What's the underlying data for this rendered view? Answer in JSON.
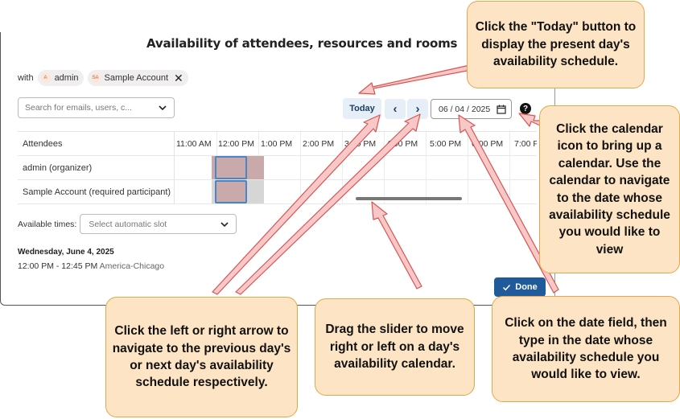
{
  "dialog": {
    "title": "Availability of attendees, resources and rooms",
    "with_label": "with",
    "chips": [
      {
        "initials": "A",
        "name": "admin"
      },
      {
        "initials": "SA",
        "name": "Sample Account"
      }
    ],
    "search_placeholder": "Search for emails, users, c...",
    "today_label": "Today",
    "prev_label": "‹",
    "next_label": "›",
    "date_value": "06 / 04 / 2025",
    "help_label": "?",
    "grid": {
      "header_label": "Attendees",
      "hours": [
        "11:00 AM",
        "12:00 PM",
        "1:00 PM",
        "2:00 PM",
        "3:00 PM",
        "4:00 PM",
        "5:00 PM",
        "6:00 PM",
        "7:00 PM"
      ],
      "rows": [
        {
          "label": "admin (organizer)"
        },
        {
          "label": "Sample Account (required participant)"
        }
      ]
    },
    "available_times_label": "Available times:",
    "slot_placeholder": "Select automatic slot",
    "selected_date": "Wednesday, June 4, 2025",
    "selected_time": "12:00 PM - 12:45 PM",
    "timezone": "America-Chicago",
    "done_label": "Done"
  },
  "callouts": {
    "today": "Click the \"Today\" button to display the present day's availability schedule.",
    "calendar": "Click the calendar icon to bring up a calendar.  Use the calendar to navigate to the date whose availability schedule you would like to view",
    "arrows": "Click the left or right arrow to navigate to the previous day's or next day's availability schedule respectively.",
    "slider": "Drag the slider to move right or left on a day's availability calendar.",
    "date_field": "Click on the date field, then type in the date whose availability schedule you would like to view."
  },
  "colors": {
    "callout_bg": "#fde4c4",
    "arrow_fill": "#f8c8c8",
    "arrow_stroke": "#d9534f",
    "primary": "#1f5b9a"
  }
}
